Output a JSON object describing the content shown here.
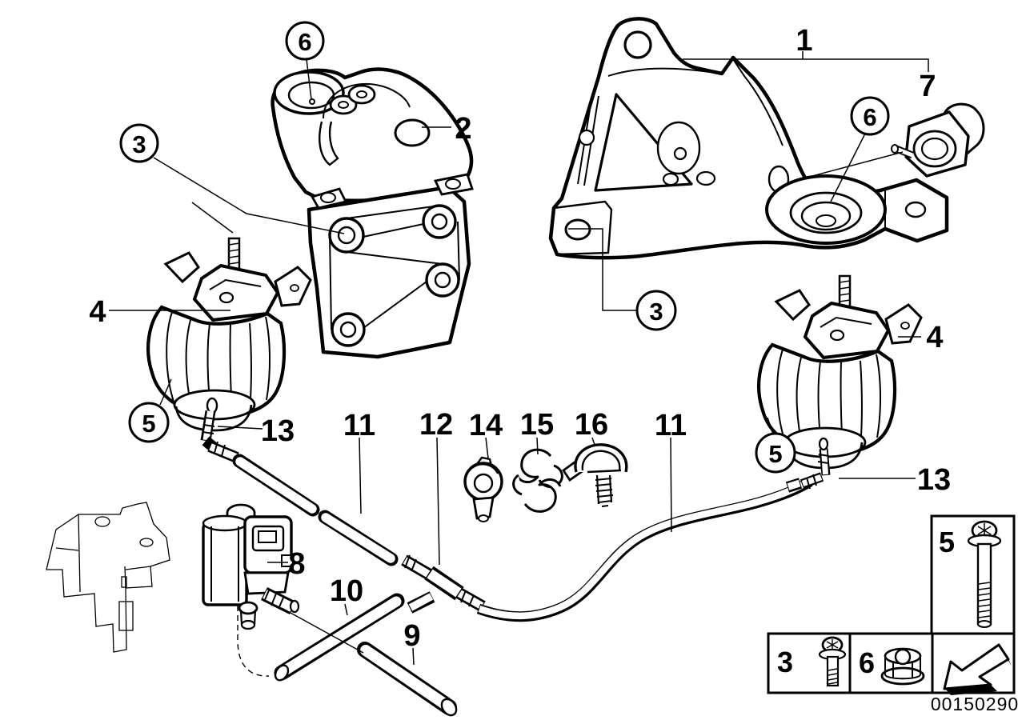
{
  "drawing_number": "00150290",
  "callouts": {
    "n1": "1",
    "n2": "2",
    "n3a": "3",
    "n3b": "3",
    "n4a": "4",
    "n4b": "4",
    "n5a": "5",
    "n5b": "5",
    "n6a": "6",
    "n6b": "6",
    "n7": "7",
    "n8": "8",
    "n9": "9",
    "n10": "10",
    "n11a": "11",
    "n11b": "11",
    "n12": "12",
    "n13a": "13",
    "n13b": "13",
    "n14": "14",
    "n15": "15",
    "n16": "16"
  },
  "legend": {
    "long_bolt": "5",
    "short_bolt": "3",
    "flange_nut": "6"
  },
  "colors": {
    "ink": "#000000",
    "paper": "#ffffff"
  }
}
